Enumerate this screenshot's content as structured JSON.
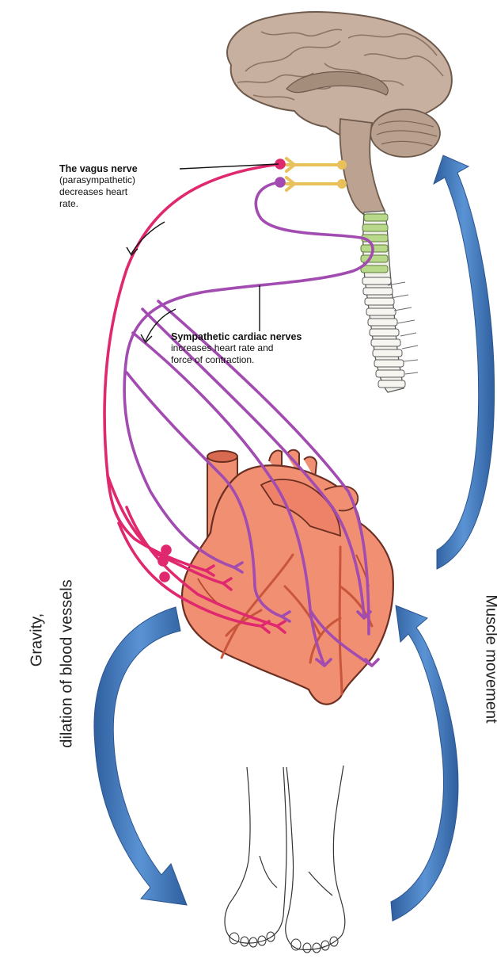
{
  "labels": {
    "vagus_title": "The vagus nerve",
    "vagus_lines": [
      "(parasympathetic)",
      "decreases heart",
      "rate."
    ],
    "sympathetic_title": "Sympathetic cardiac nerves",
    "sympathetic_lines": [
      "increases heart rate and",
      "force of contraction."
    ],
    "gravity_line1": "Gravity,",
    "gravity_line2": "dilation of blood vessels",
    "muscle_movement": "Muscle movement"
  },
  "colors": {
    "vagus_nerve": "#e0286e",
    "sympathetic_nerve": "#a24bb0",
    "heart_fill": "#f18f72",
    "heart_vessels": "#c9553b",
    "brain_fill": "#c7b09f",
    "spinal_cord_green": "#b8d98a",
    "synapse_yellow": "#e8c15a",
    "arrow_blue": "#4a82c4"
  }
}
